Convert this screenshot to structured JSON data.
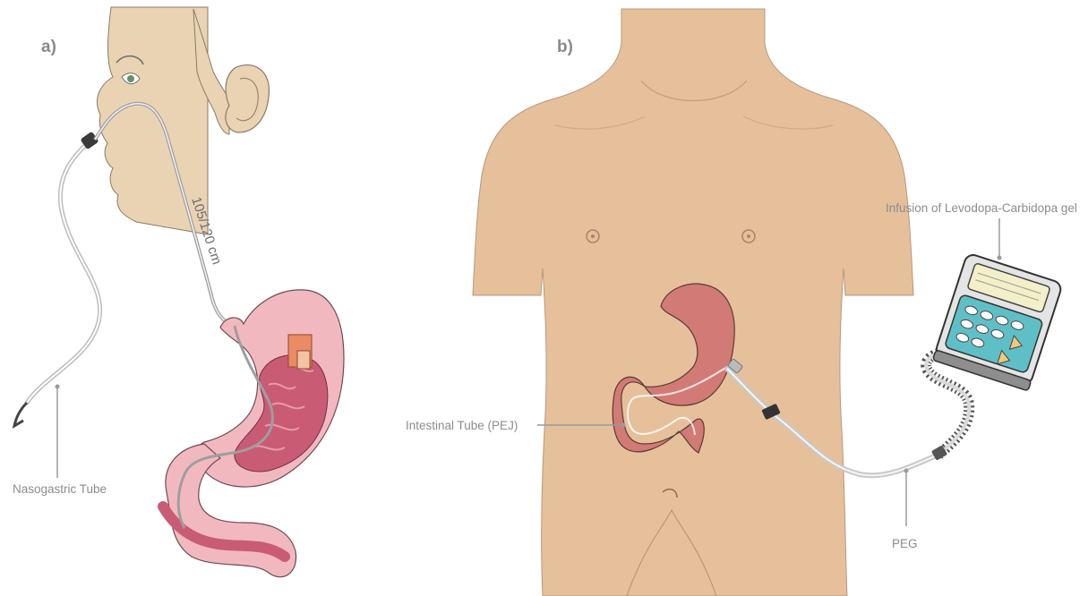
{
  "panels": {
    "a": {
      "label": "a)"
    },
    "b": {
      "label": "b)"
    }
  },
  "labels": {
    "tube_length": "105/120 cm",
    "nasogastric_tube": "Nasogastric Tube",
    "intestinal_tube": "Intestinal Tube (PEJ)",
    "infusion": "Infusion of Levodopa-Carbidopa gel",
    "peg": "PEG"
  },
  "colors": {
    "skin": "#e9d3b3",
    "torso": "#e5c09b",
    "stomach_outer": "#f2b8c0",
    "stomach_inner": "#c95b75",
    "stomach_b": "#d27a75",
    "pump_screen": "#5fbfc7",
    "label_gray": "#8c8c8c"
  }
}
